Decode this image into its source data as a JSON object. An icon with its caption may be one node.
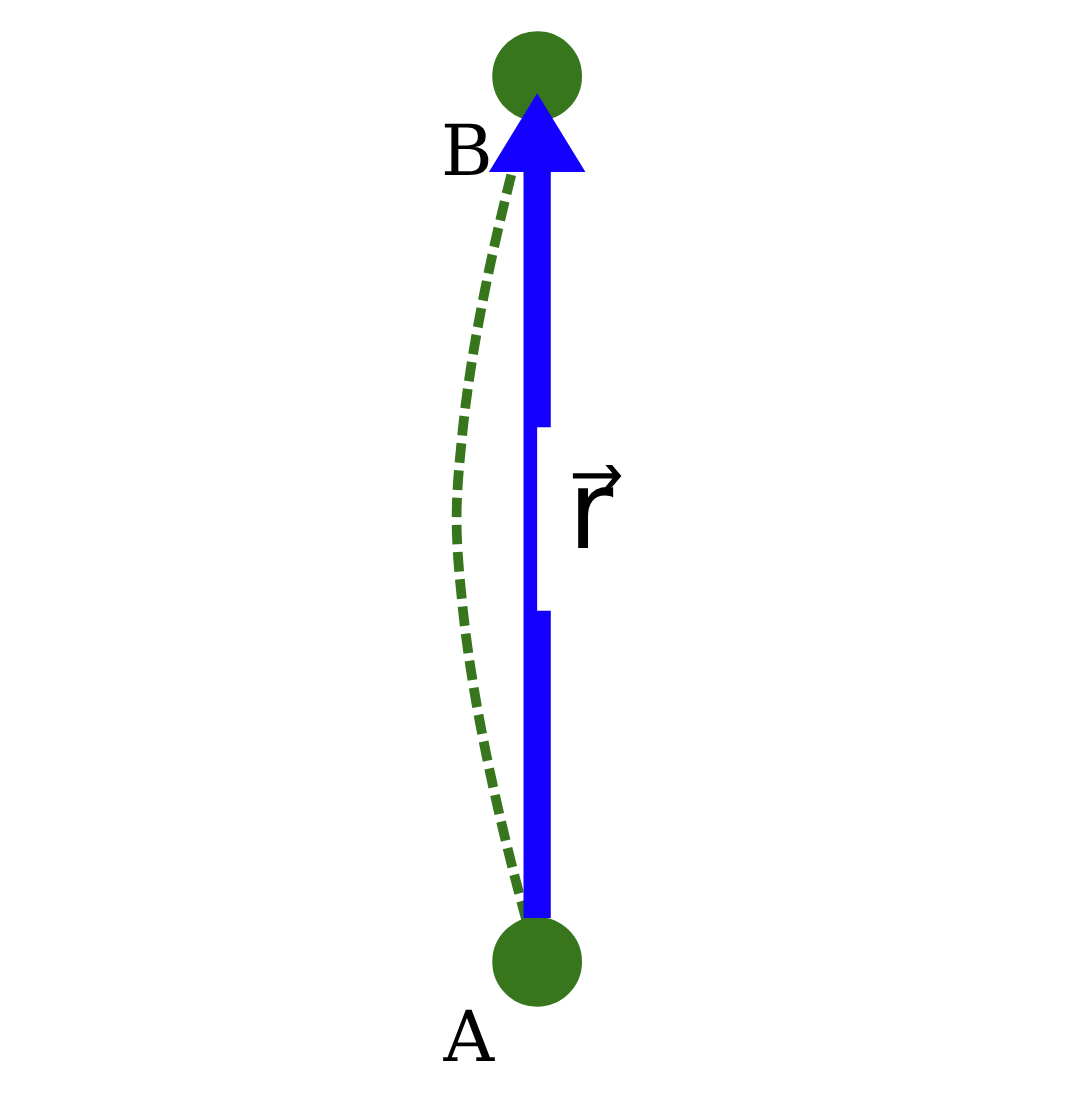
{
  "diagram": {
    "nodes": [
      {
        "text": [],
        "shape": "circle",
        "beside": [
          "A"
        ]
      },
      {
        "text": [],
        "shape": "circle",
        "beside": [
          "B"
        ]
      }
    ],
    "edges": [
      {
        "from": 0,
        "to": 1,
        "arrow": "none",
        "style": "dashed",
        "color": "#38761d"
      },
      {
        "from": 0,
        "to": 1,
        "arrow": "to",
        "style": "thick",
        "color": "#1400ff",
        "label": "r⃗"
      }
    ]
  }
}
